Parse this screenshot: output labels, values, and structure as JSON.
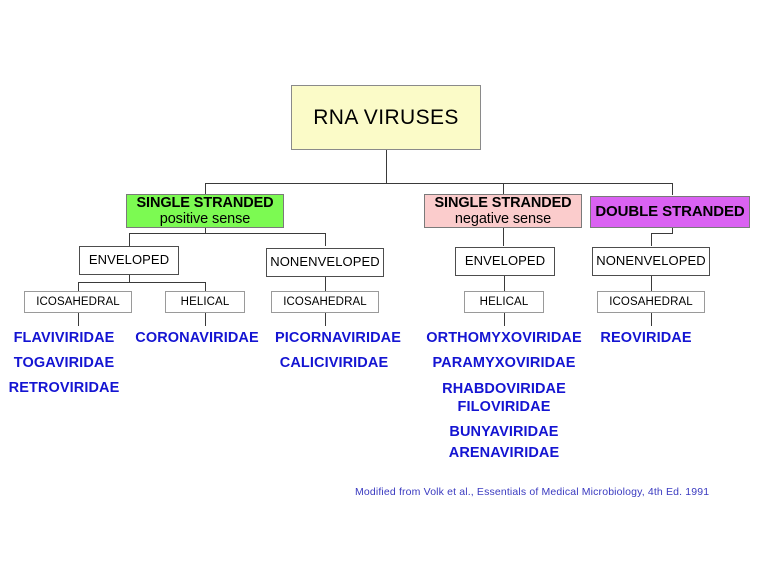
{
  "diagram": {
    "title": "RNA VIRUSES",
    "root": {
      "label": "RNA VIRUSES",
      "fill": "#fbfbc8"
    },
    "categories": [
      {
        "main": "SINGLE STRANDED",
        "sub": "positive sense",
        "fill": "#7cfa52"
      },
      {
        "main": "SINGLE STRANDED",
        "sub": "negative sense",
        "fill": "#fbcccc"
      },
      {
        "main": "DOUBLE STRANDED",
        "sub": "",
        "fill": "#da62f2"
      }
    ],
    "envelope_levels": [
      {
        "label": "ENVELOPED"
      },
      {
        "label": "NONENVELOPED"
      },
      {
        "label": "ENVELOPED"
      },
      {
        "label": "NONENVELOPED"
      }
    ],
    "symmetry_levels": [
      {
        "label": "ICOSAHEDRAL"
      },
      {
        "label": "HELICAL"
      },
      {
        "label": "ICOSAHEDRAL"
      },
      {
        "label": "HELICAL"
      },
      {
        "label": "ICOSAHEDRAL"
      }
    ],
    "families": {
      "ss_pos_env_icosahedral": [
        "FLAVIVIRIDAE",
        "TOGAVIRIDAE",
        "RETROVIRIDAE"
      ],
      "ss_pos_env_helical": [
        "CORONAVIRIDAE"
      ],
      "ss_pos_nonenv_icosahedral": [
        "PICORNAVIRIDAE",
        "CALICIVIRIDAE"
      ],
      "ss_neg_env_helical": [
        "ORTHOMYXOVIRIDAE",
        "PARAMYXOVIRIDAE",
        "RHABDOVIRIDAE",
        "FILOVIRIDAE",
        "BUNYAVIRIDAE",
        "ARENAVIRIDAE"
      ],
      "ds_nonenv_icosahedral": [
        "REOVIRIDAE"
      ]
    },
    "footer": "Modified from Volk et al., Essentials of Medical Microbiology, 4th Ed. 1991",
    "colors": {
      "family_text": "#1414d2",
      "footer_text": "#3a3ac0",
      "line": "#3a3a3a",
      "background": "#ffffff"
    }
  }
}
